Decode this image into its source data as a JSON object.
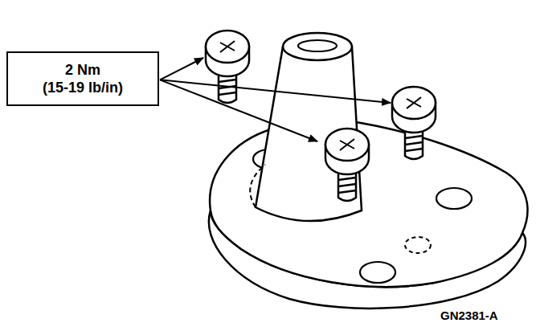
{
  "diagram": {
    "nodes": [
      {
        "text": [
          "2 Nm",
          "(15-19 lb/in)"
        ]
      }
    ],
    "labels": [
      "GN2381-A"
    ]
  }
}
